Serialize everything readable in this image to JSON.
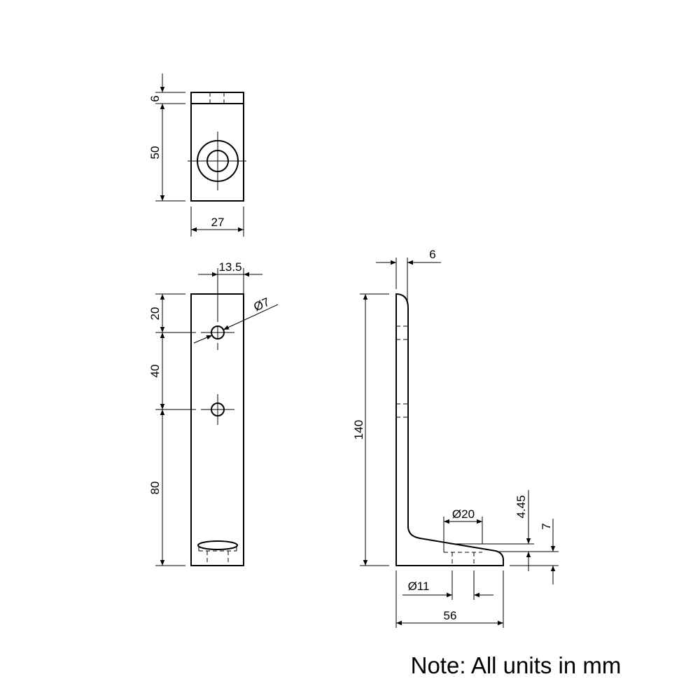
{
  "dimensions": {
    "top_view": {
      "thickness": "6",
      "height": "50",
      "width": "27"
    },
    "front_view": {
      "hole_offset_x": "13.5",
      "hole_diameter": "Ø7",
      "top_to_hole": "20",
      "hole_spacing": "40",
      "hole_to_bottom": "80"
    },
    "side_view": {
      "thickness": "6",
      "height": "140",
      "counterbore_diameter": "Ø20",
      "counterbore_depth": "4.45",
      "base_thickness": "7",
      "hole_diameter": "Ø11",
      "base_length": "56"
    }
  },
  "note": "Note: All units in mm",
  "line_color": "#000000",
  "background": "#ffffff"
}
